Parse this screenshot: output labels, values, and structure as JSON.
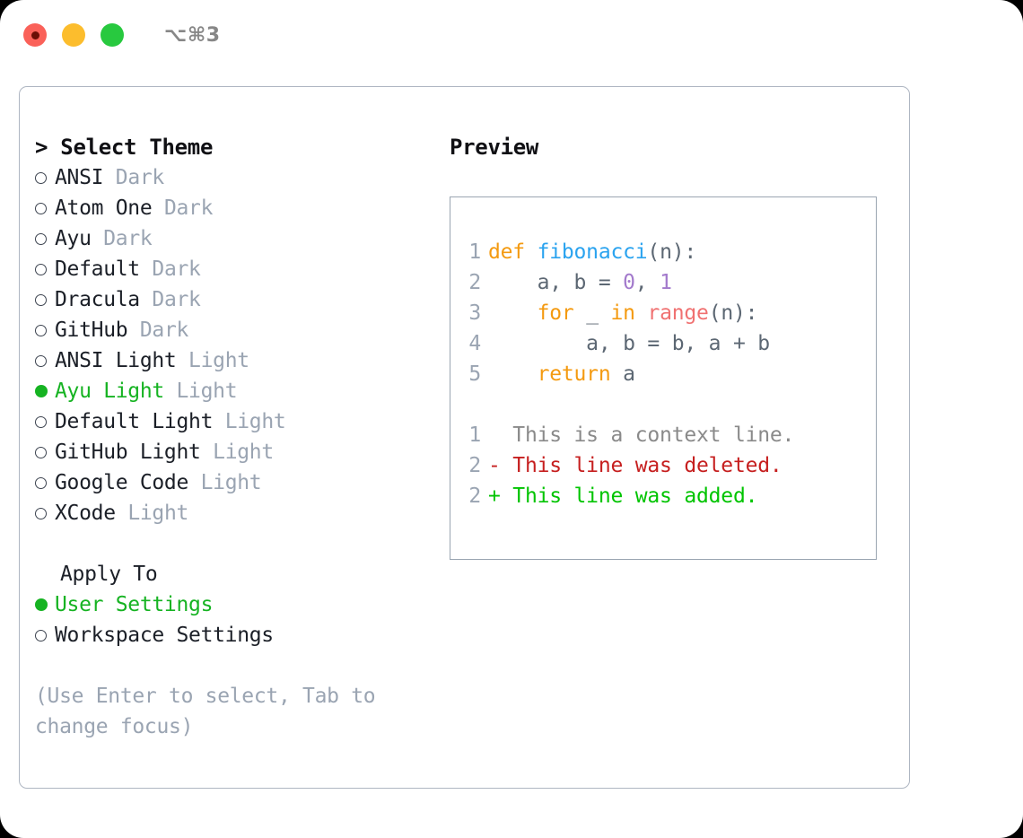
{
  "window": {
    "shortcut": "⌥⌘3",
    "traffic_lights": [
      {
        "name": "close-button",
        "color": "#fa6159",
        "recording": true
      },
      {
        "name": "minimize-button",
        "color": "#fcbd2d",
        "recording": false
      },
      {
        "name": "zoom-button",
        "color": "#28c93f",
        "recording": false
      }
    ]
  },
  "theme_list": {
    "header": "> Select Theme",
    "items": [
      {
        "name": "ANSI",
        "kind": "Dark",
        "selected": false
      },
      {
        "name": "Atom One",
        "kind": "Dark",
        "selected": false
      },
      {
        "name": "Ayu",
        "kind": "Dark",
        "selected": false
      },
      {
        "name": "Default",
        "kind": "Dark",
        "selected": false
      },
      {
        "name": "Dracula",
        "kind": "Dark",
        "selected": false
      },
      {
        "name": "GitHub",
        "kind": "Dark",
        "selected": false
      },
      {
        "name": "ANSI Light",
        "kind": "Light",
        "selected": false
      },
      {
        "name": "Ayu Light",
        "kind": "Light",
        "selected": true
      },
      {
        "name": "Default Light",
        "kind": "Light",
        "selected": false
      },
      {
        "name": "GitHub Light",
        "kind": "Light",
        "selected": false
      },
      {
        "name": "Google Code",
        "kind": "Light",
        "selected": false
      },
      {
        "name": "XCode",
        "kind": "Light",
        "selected": false
      }
    ]
  },
  "apply_to": {
    "header": "Apply To",
    "options": [
      {
        "label": "User Settings",
        "selected": true
      },
      {
        "label": "Workspace Settings",
        "selected": false
      }
    ]
  },
  "hint": "(Use Enter to select, Tab to change focus)",
  "preview": {
    "header": "Preview",
    "code_lines": [
      {
        "number": "1",
        "tokens": [
          {
            "text": "def ",
            "style": "tok-kw"
          },
          {
            "text": "fibonacci",
            "style": "tok-fn"
          },
          {
            "text": "(n):",
            "style": "tok-punct"
          }
        ]
      },
      {
        "number": "2",
        "tokens": [
          {
            "text": "    a, b = ",
            "style": "tok-plain"
          },
          {
            "text": "0",
            "style": "tok-num"
          },
          {
            "text": ", ",
            "style": "tok-plain"
          },
          {
            "text": "1",
            "style": "tok-num"
          }
        ]
      },
      {
        "number": "3",
        "tokens": [
          {
            "text": "    ",
            "style": "tok-plain"
          },
          {
            "text": "for",
            "style": "tok-kw"
          },
          {
            "text": " _ ",
            "style": "tok-plain"
          },
          {
            "text": "in",
            "style": "tok-kw"
          },
          {
            "text": " ",
            "style": "tok-plain"
          },
          {
            "text": "range",
            "style": "tok-call"
          },
          {
            "text": "(n):",
            "style": "tok-punct"
          }
        ]
      },
      {
        "number": "4",
        "tokens": [
          {
            "text": "        a, b = b, a + b",
            "style": "tok-plain"
          }
        ]
      },
      {
        "number": "5",
        "tokens": [
          {
            "text": "    ",
            "style": "tok-plain"
          },
          {
            "text": "return",
            "style": "tok-kw"
          },
          {
            "text": " a",
            "style": "tok-plain"
          }
        ]
      }
    ],
    "diff_lines": [
      {
        "number": "1",
        "text": "  This is a context line.",
        "style": "diff-ctx"
      },
      {
        "number": "2",
        "text": "- This line was deleted.",
        "style": "diff-del"
      },
      {
        "number": "2",
        "text": "+ This line was added.",
        "style": "diff-add"
      }
    ]
  },
  "colors": {
    "accent_green": "#16b322",
    "muted": "#9aa4b2",
    "text": "#1b1f27",
    "border": "#aeb6c2",
    "preview_border": "#9aa5b1",
    "keyword": "#f49a10",
    "function": "#2aa3ef",
    "number": "#a37acc",
    "builtin": "#f07171",
    "diff_added": "#00c400",
    "diff_deleted": "#c61f1f",
    "diff_context": "#8a8a8a"
  }
}
